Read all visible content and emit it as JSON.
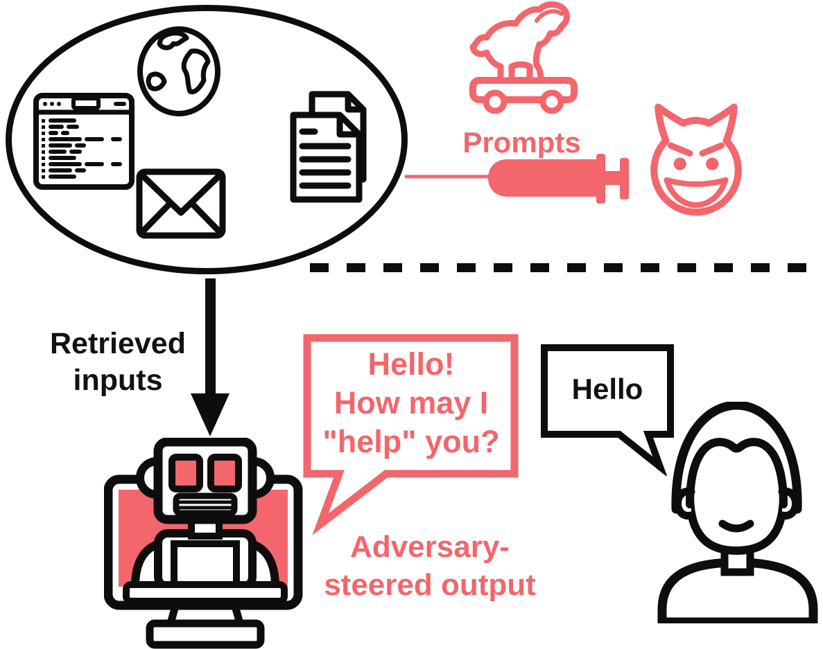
{
  "figure": {
    "colors": {
      "adversary_accent": "#F2666C",
      "ink": "#0d0d0d",
      "background": "#ffffff"
    },
    "retrieval_corpus": {
      "icons": [
        "code-window-icon",
        "globe-icon",
        "envelope-icon",
        "documents-icon"
      ]
    },
    "injection": {
      "label": "Prompts",
      "icons": [
        "trojan-horse-icon",
        "syringe-icon",
        "devil-face-icon"
      ]
    },
    "retrieved_inputs": {
      "line1": "Retrieved",
      "line2": "inputs"
    },
    "adversary_bubble": {
      "line1": "Hello!",
      "line2": "How may I",
      "line3": "\"help\" you?"
    },
    "adversary_output": {
      "line1": "Adversary-",
      "line2": "steered output"
    },
    "user_bubble": {
      "text": "Hello"
    }
  }
}
